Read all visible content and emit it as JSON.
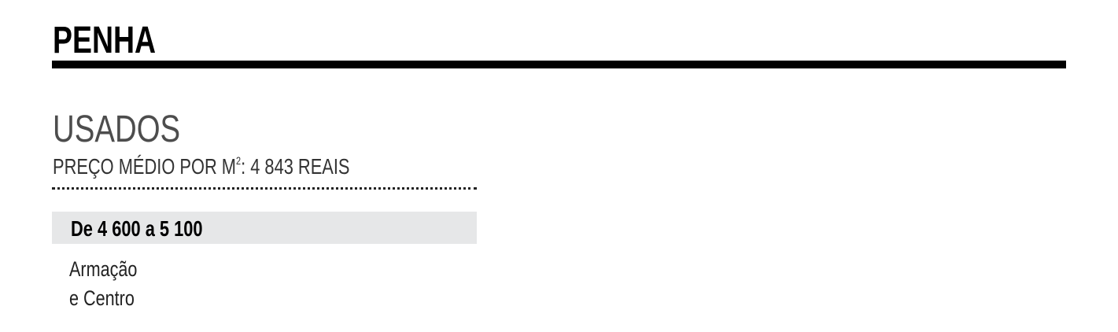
{
  "title": "PENHA",
  "section": {
    "heading": "USADOS",
    "subtitle_prefix": "PREÇO MÉDIO POR M",
    "subtitle_sup": "2",
    "subtitle_suffix": ": 4 843 REAIS"
  },
  "ranges": [
    {
      "label": "De 4 600 a 5 100",
      "places": [
        "Armação",
        "e Centro"
      ]
    }
  ]
}
